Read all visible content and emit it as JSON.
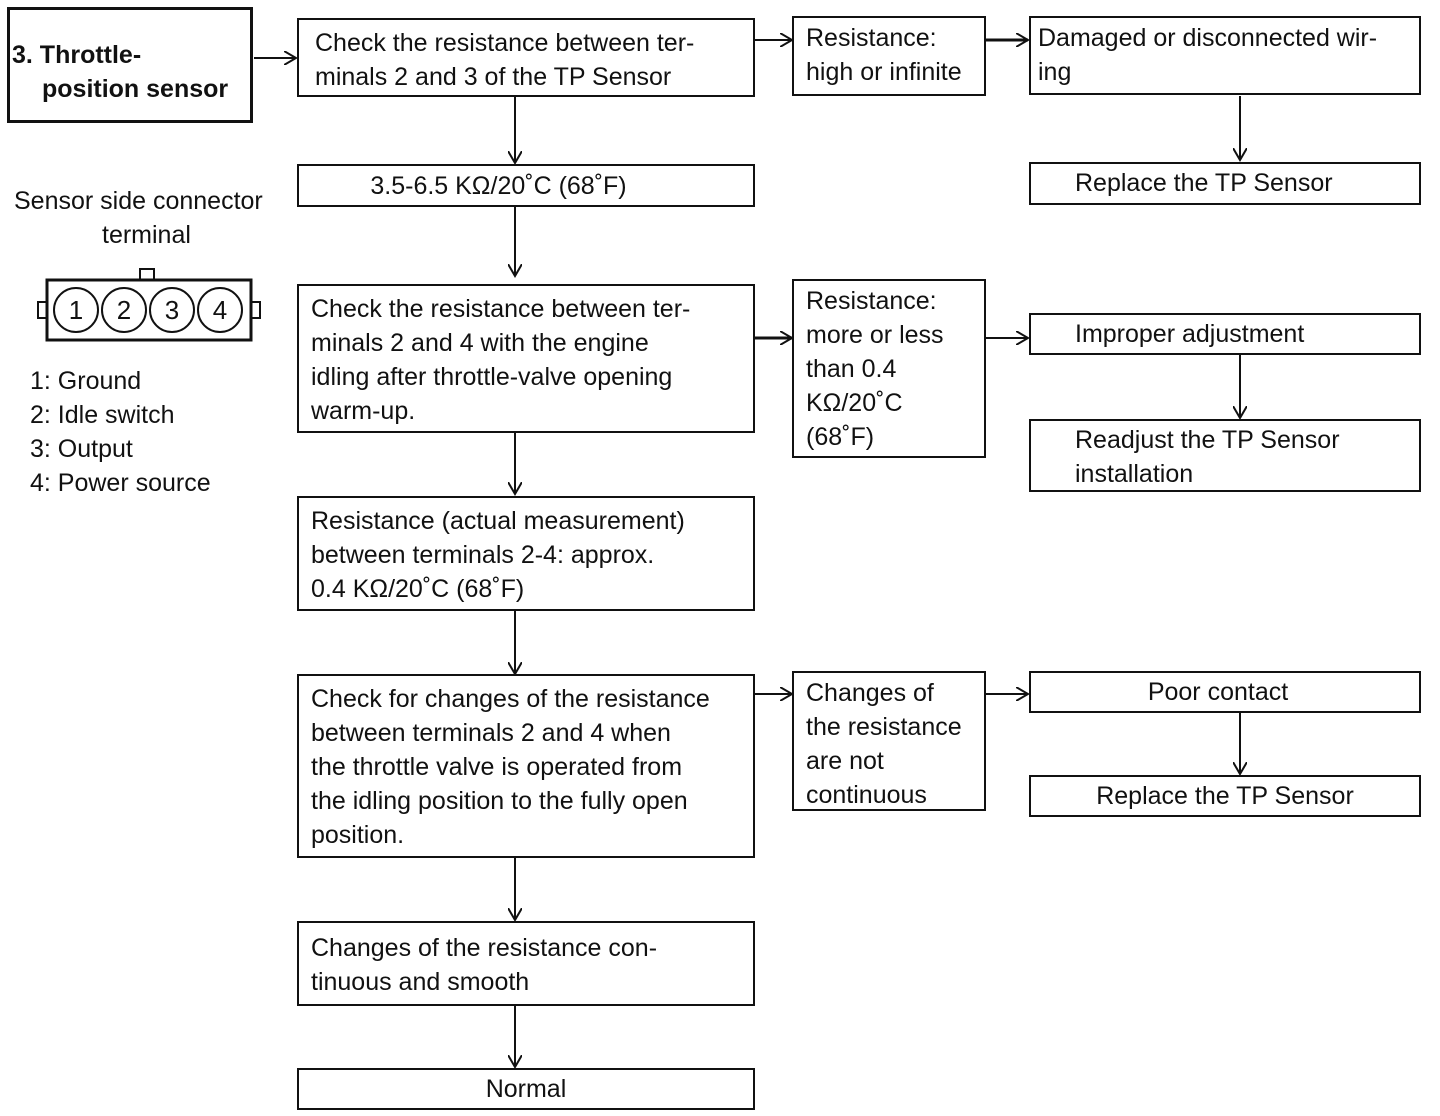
{
  "title_box": {
    "line1": "3. Throttle-",
    "line2": "position sensor"
  },
  "connector": {
    "heading_line1": "Sensor side connector",
    "heading_line2": "terminal",
    "pins": [
      "1",
      "2",
      "3",
      "4"
    ],
    "legend": [
      "1: Ground",
      "2: Idle switch",
      "3: Output",
      "4: Power source"
    ]
  },
  "main_column": {
    "step1": {
      "lines": [
        "Check the resistance between ter-",
        "minals 2 and 3 of the TP Sensor"
      ]
    },
    "spec1": {
      "text": "3.5-6.5 KΩ/20˚C (68˚F)"
    },
    "step2": {
      "lines": [
        "Check the resistance between ter-",
        "minals 2 and 4 with the engine",
        "idling after throttle-valve opening",
        "warm-up."
      ]
    },
    "result2": {
      "lines": [
        "Resistance (actual measurement)",
        "between terminals 2-4: approx.",
        "0.4 KΩ/20˚C (68˚F)"
      ]
    },
    "step3": {
      "lines": [
        "Check for changes of the resistance",
        "between terminals 2 and 4 when",
        "the throttle valve is operated from",
        "the idling position to the fully open",
        "position."
      ]
    },
    "result3": {
      "lines": [
        "Changes of the resistance con-",
        "tinuous and smooth"
      ]
    },
    "normal": {
      "text": "Normal"
    }
  },
  "fault_column": {
    "fault1": {
      "lines": [
        "Resistance:",
        "high or infinite"
      ]
    },
    "fault2": {
      "lines": [
        "Resistance:",
        "more or less",
        "than 0.4",
        "KΩ/20˚C",
        "(68˚F)"
      ]
    },
    "fault3": {
      "lines": [
        "Changes of",
        "the resistance",
        "are not",
        "continuous"
      ]
    }
  },
  "cause_column": {
    "cause1": {
      "lines": [
        "Damaged or disconnected wir-",
        "ing"
      ]
    },
    "action1": {
      "text": "Replace the TP Sensor"
    },
    "cause2": {
      "text": "Improper adjustment"
    },
    "action2": {
      "lines": [
        "Readjust the TP Sensor",
        "installation"
      ]
    },
    "cause3": {
      "text": "Poor contact"
    },
    "action3": {
      "text": "Replace the TP Sensor"
    }
  }
}
